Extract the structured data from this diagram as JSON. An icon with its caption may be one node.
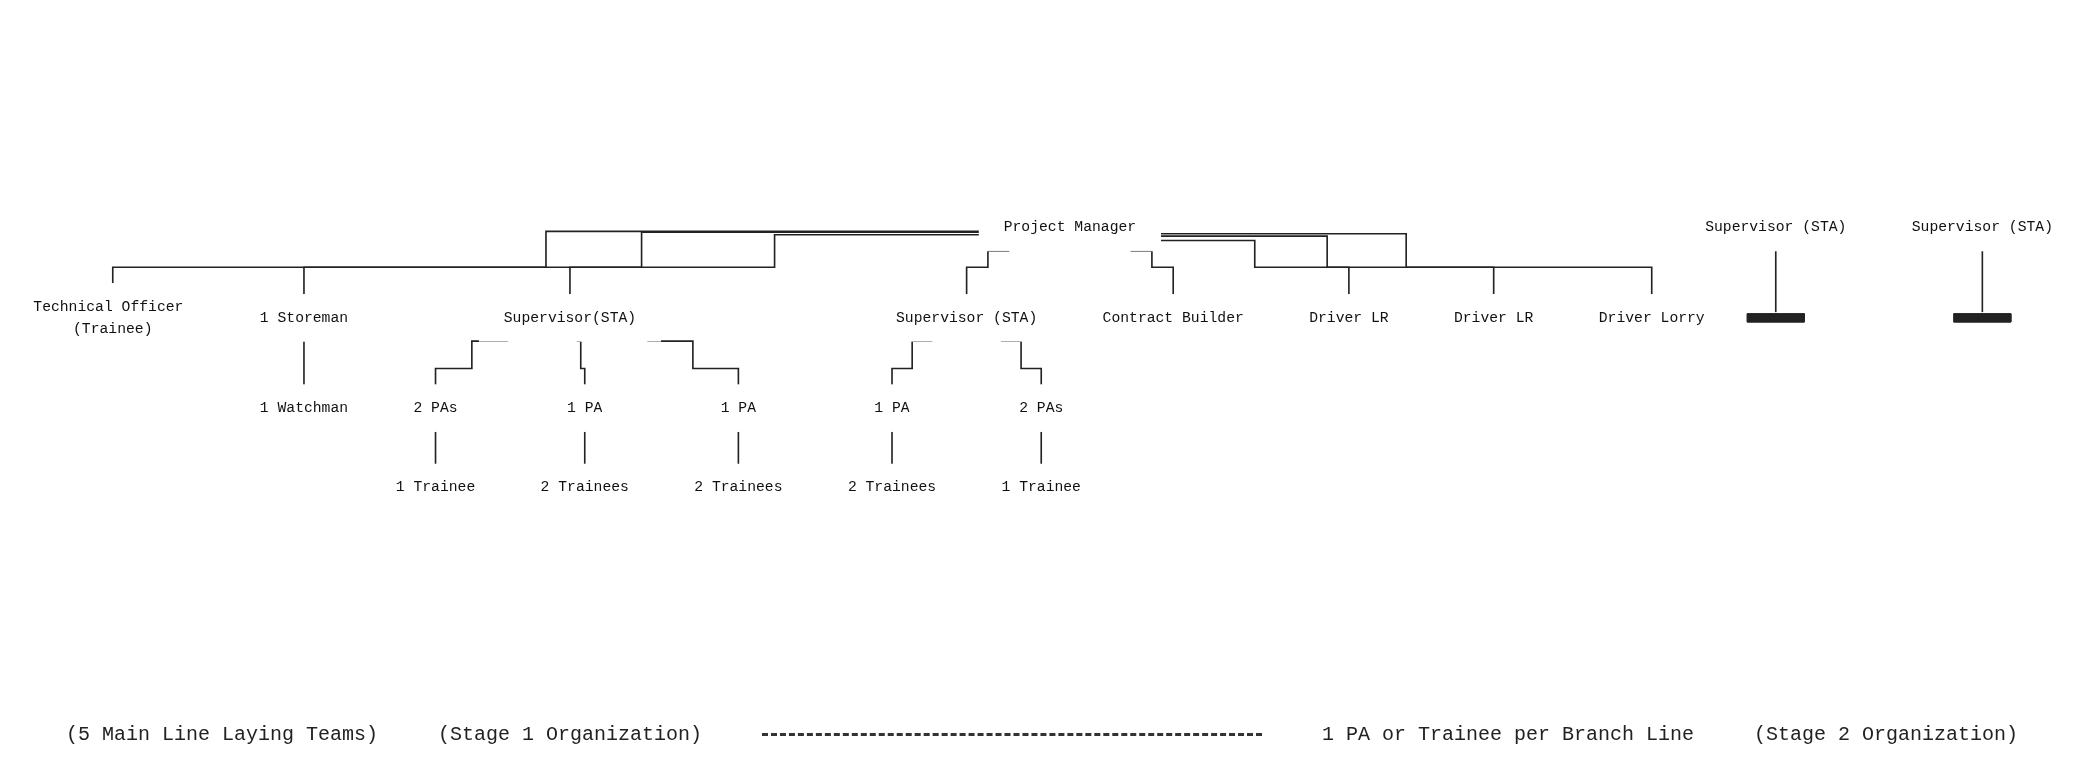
{
  "diagram": {
    "nodes": [
      {
        "text": [
          "Project Manager"
        ]
      },
      {
        "text": [
          "Technical Officer (Trainee)"
        ]
      },
      {
        "text": [
          "1 Storeman"
        ]
      },
      {
        "text": [
          "1 Watchman"
        ]
      },
      {
        "text": [
          "Supervisor(STA)"
        ]
      },
      {
        "text": [
          "2 PAs"
        ]
      },
      {
        "text": [
          "1 PA"
        ]
      },
      {
        "text": [
          "1 PA"
        ]
      },
      {
        "text": [
          "1 Trainee"
        ]
      },
      {
        "text": [
          "2 Trainees"
        ]
      },
      {
        "text": [
          "2 Trainees"
        ]
      },
      {
        "text": [
          "Supervisor (STA)"
        ]
      },
      {
        "text": [
          "1 PA"
        ]
      },
      {
        "text": [
          "2 PAs"
        ]
      },
      {
        "text": [
          "2 Trainees"
        ]
      },
      {
        "text": [
          "1 Trainee"
        ]
      },
      {
        "text": [
          "Contract Builder"
        ]
      },
      {
        "text": [
          "Driver LR"
        ]
      },
      {
        "text": [
          "Driver LR"
        ]
      },
      {
        "text": [
          "Driver Lorry"
        ]
      },
      {
        "text": [
          "Supervisor (STA)"
        ]
      },
      {
        "text": [],
        "shape": "bar"
      },
      {
        "text": [
          "Supervisor (STA)"
        ]
      },
      {
        "text": [],
        "shape": "bar"
      }
    ],
    "edges": [
      {
        "from": 0,
        "to": 1,
        "arrow": "none"
      },
      {
        "from": 0,
        "to": 2,
        "arrow": "none"
      },
      {
        "from": 0,
        "to": 4,
        "arrow": "none"
      },
      {
        "from": 0,
        "to": 11,
        "arrow": "none"
      },
      {
        "from": 0,
        "to": 16,
        "arrow": "none"
      },
      {
        "from": 0,
        "to": 17,
        "arrow": "none"
      },
      {
        "from": 0,
        "to": 18,
        "arrow": "none"
      },
      {
        "from": 0,
        "to": 19,
        "arrow": "none"
      },
      {
        "from": 2,
        "to": 3,
        "arrow": "none"
      },
      {
        "from": 4,
        "to": 5,
        "arrow": "none"
      },
      {
        "from": 4,
        "to": 6,
        "arrow": "none"
      },
      {
        "from": 4,
        "to": 7,
        "arrow": "none"
      },
      {
        "from": 5,
        "to": 8,
        "arrow": "none"
      },
      {
        "from": 6,
        "to": 9,
        "arrow": "none"
      },
      {
        "from": 7,
        "to": 10,
        "arrow": "none"
      },
      {
        "from": 11,
        "to": 12,
        "arrow": "none"
      },
      {
        "from": 11,
        "to": 13,
        "arrow": "none"
      },
      {
        "from": 12,
        "to": 14,
        "arrow": "none"
      },
      {
        "from": 13,
        "to": 15,
        "arrow": "none"
      },
      {
        "from": 20,
        "to": 21,
        "arrow": "none"
      },
      {
        "from": 22,
        "to": 23,
        "arrow": "none"
      }
    ],
    "labels": [
      "(5 Main Line Laying Teams)",
      "(Stage 1 Organization)",
      "1 PA or Trainee per Branch Line",
      "(Stage 2 Organization)"
    ]
  }
}
